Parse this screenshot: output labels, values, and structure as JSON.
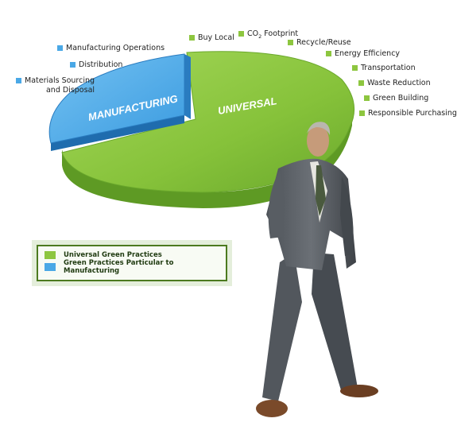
{
  "slices": {
    "manufacturing_label": "MANUFACTURING",
    "universal_label": "UNIVERSAL"
  },
  "manufacturing_items": [
    "Manufacturing Operations",
    "Distribution",
    "Materials Sourcing",
    "and Disposal"
  ],
  "universal_items": [
    "Buy Local",
    "CO",
    "2",
    "Footprint",
    "Recycle/Reuse",
    "Energy Efficiency",
    "Transportation",
    "Waste Reduction",
    "Green Building",
    "Responsible Purchasing"
  ],
  "legend": [
    {
      "label": "Universal Green Practices",
      "color": "#8dc63f"
    },
    {
      "label": "Green Practices Particular to Manufacturing",
      "color": "#4aa8e6"
    }
  ],
  "colors": {
    "universal": "#8dc63f",
    "universal_dark": "#5e9a24",
    "manufacturing": "#4aa8e6",
    "manufacturing_dark": "#1f6cae"
  }
}
